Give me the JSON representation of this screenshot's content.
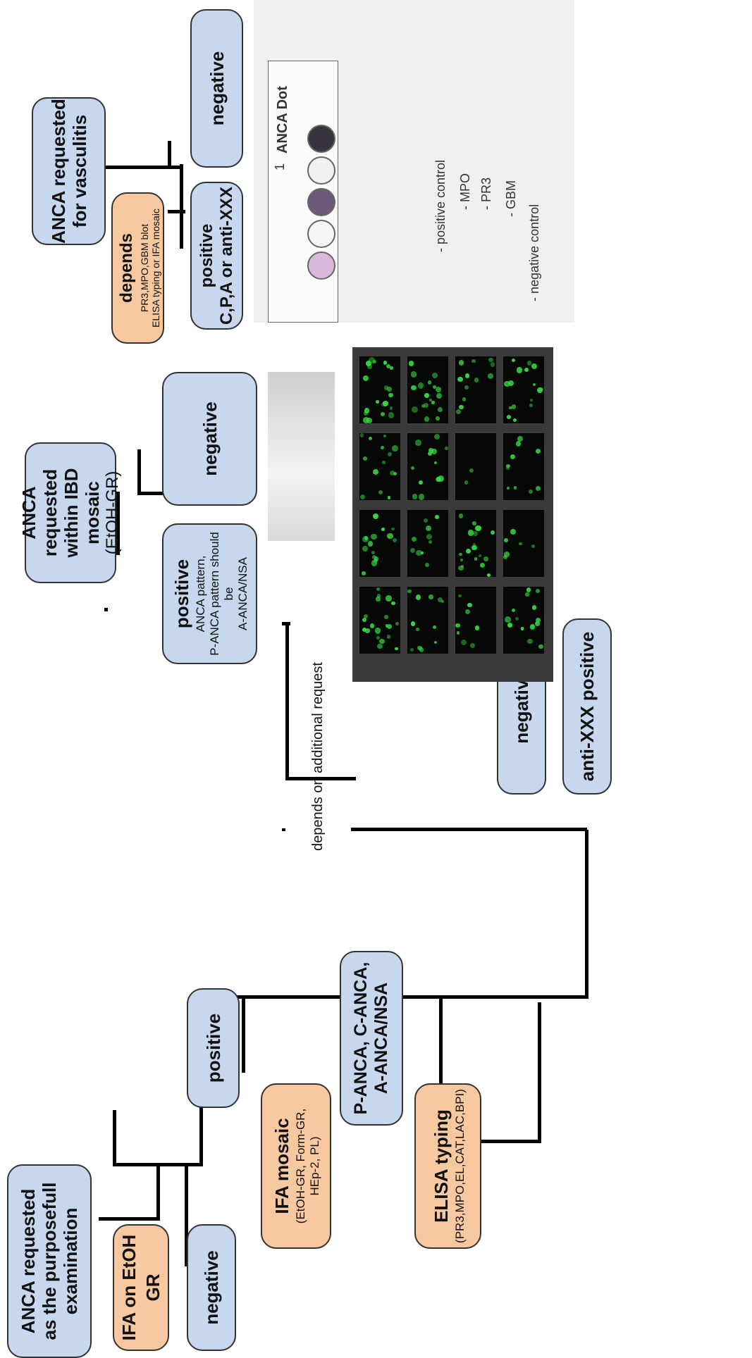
{
  "flow": {
    "start": {
      "root": {
        "line1": "ANCA requested",
        "line2": "as the purposefull",
        "line3": "examination"
      },
      "ifa_etoh": "IFA on EtOH GR",
      "neg1": "negative",
      "pos1": "positive",
      "ifa_mosaic": {
        "title": "IFA mosaic",
        "line1": "(EtOH-GR, Form-GR,",
        "line2": "HEp-2, PL)"
      },
      "p_anca": {
        "line1": "P-ANCA, C-ANCA,",
        "line2": "A-ANCA/NSA"
      },
      "elisa": {
        "title": "ELISA typing",
        "sub": "(PR3,MPO,EL,CAT,LAC,BPI)"
      },
      "neg2": "negative",
      "anti_xxx": "anti-XXX positive",
      "depends_note": "depends on additional request"
    },
    "ibd": {
      "root": {
        "line1": "ANCA requested",
        "line2": "within IBD mosaic",
        "line3": "(EtOH-GR)"
      },
      "pos": {
        "title": "positive",
        "line1": "ANCA pattern,",
        "line2": "P-ANCA pattern should be",
        "line3": "A-ANCA/NSA"
      },
      "neg": "negative"
    },
    "vasc": {
      "root": {
        "line1": "ANCA requested",
        "line2": "for vasculitis"
      },
      "depends": {
        "title": "depends",
        "line1": "PR3,MPO,GBM blot",
        "line2": "ELISA typing or IFA mosaic"
      },
      "pos": {
        "line1": "positive",
        "line2": "C,P,A or anti-XXX"
      },
      "neg": "negative"
    }
  },
  "dot_blot": {
    "title": "ANCA Dot",
    "lane": "1",
    "labels": [
      "- positive control",
      "- MPO",
      "- PR3",
      "- GBM",
      "- negative control"
    ],
    "dot_colors": [
      "#3a3440",
      "#f2eff2",
      "#6e5a78",
      "#f6f4f6",
      "#d9b8dc"
    ]
  },
  "colors": {
    "box_blue": "#c7d7ee",
    "box_orange": "#f8c9a0",
    "line": "#000000"
  }
}
